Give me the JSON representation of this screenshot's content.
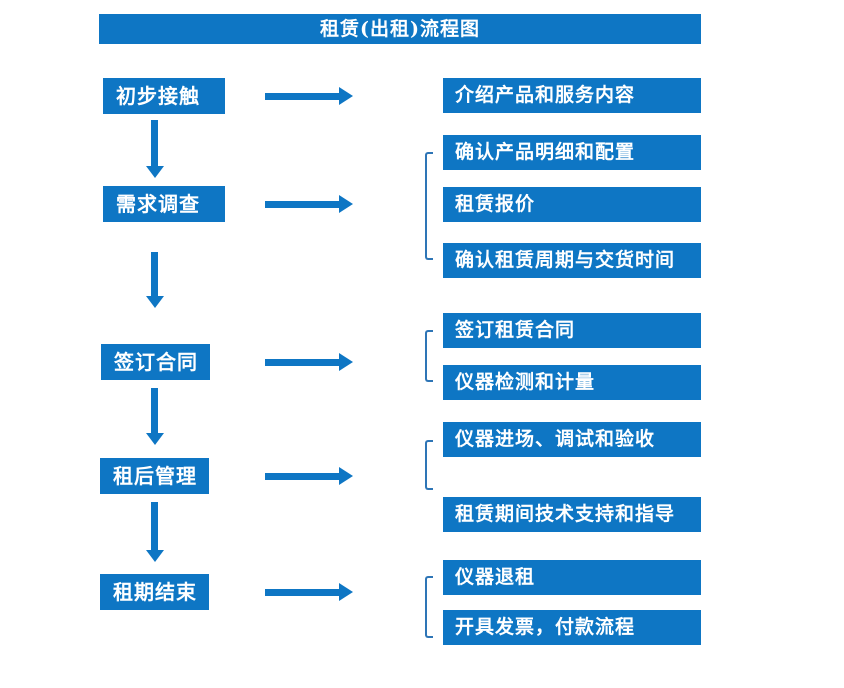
{
  "title": "租赁(出租)流程图",
  "colors": {
    "box_fill": "#0e76c4",
    "bracket_line": "#2e75b6",
    "box_text": "#ffffff",
    "background": "#ffffff"
  },
  "stages": [
    {
      "label": "初步接触",
      "details": [
        "介绍产品和服务内容"
      ]
    },
    {
      "label": "需求调查",
      "details": [
        "确认产品明细和配置",
        "租赁报价",
        "确认租赁周期与交货时间"
      ]
    },
    {
      "label": "签订合同",
      "details": [
        "签订租赁合同",
        "仪器检测和计量"
      ]
    },
    {
      "label": "租后管理",
      "details": [
        "仪器进场、调试和验收",
        "租赁期间技术支持和指导"
      ]
    },
    {
      "label": "租期结束",
      "details": [
        "仪器退租",
        "开具发票，付款流程"
      ]
    }
  ]
}
